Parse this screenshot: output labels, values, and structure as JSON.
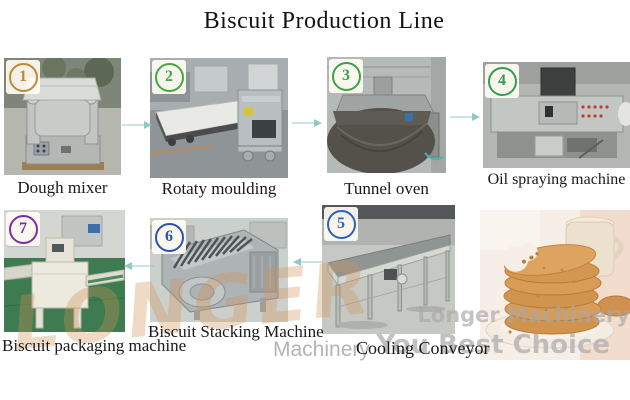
{
  "title": "Biscuit Production Line",
  "steps": [
    {
      "number": "1",
      "label": "Dough mixer",
      "badge_color": "#bf8a35",
      "photo": "dough-mixer-photo"
    },
    {
      "number": "2",
      "label": "Rotaty moulding",
      "badge_color": "#44a93e",
      "photo": "rotary-moulding-machine-photo"
    },
    {
      "number": "3",
      "label": "Tunnel oven",
      "badge_color": "#3aa348",
      "photo": "tunnel-oven-photo"
    },
    {
      "number": "4",
      "label": "Oil spraying machine",
      "badge_color": "#2f9e53",
      "photo": "oil-spraying-machine-photo"
    },
    {
      "number": "5",
      "label": "Cooling Conveyor",
      "badge_color": "#2c63b5",
      "photo": "cooling-conveyor-photo"
    },
    {
      "number": "6",
      "label": "Biscuit Stacking Machine",
      "badge_color": "#2d51b0",
      "photo": "biscuit-stacking-machine-photo"
    },
    {
      "number": "7",
      "label": "Biscuit packaging machine",
      "badge_color": "#7c2fa3",
      "photo": "biscuit-packaging-machine-photo"
    }
  ],
  "product_photo": "stack-of-biscuits-with-milk-glass",
  "flow": {
    "arrow_color": "#93c9c3",
    "top_row": "left-to-right",
    "bottom_row": "right-to-left"
  },
  "watermarks": {
    "brand_large": "LONGER",
    "brand_sub": "Machinery",
    "tagline_line1": "Longer Machinery",
    "tagline_line2": "You Best Choice"
  }
}
